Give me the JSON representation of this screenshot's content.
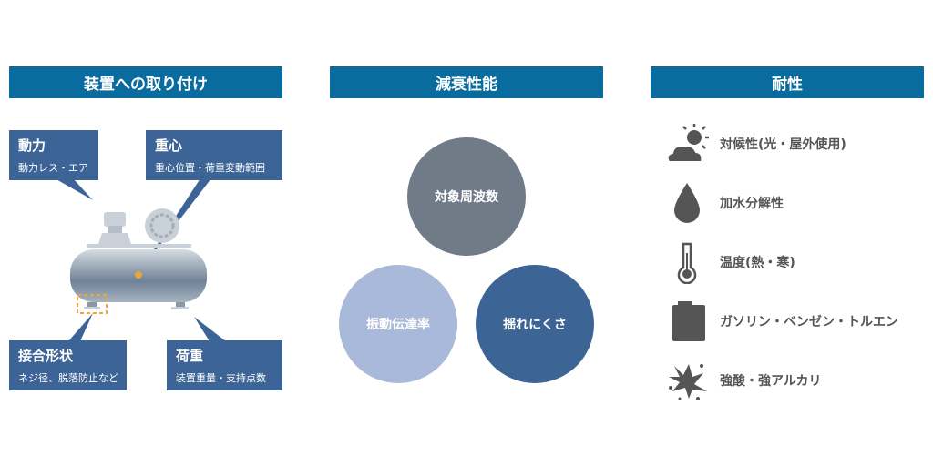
{
  "sections": {
    "mounting": {
      "title": "装置への取り付け",
      "callouts": [
        {
          "title": "動力",
          "sub": "動力レス・エア"
        },
        {
          "title": "重心",
          "sub": "重心位置・荷重変動範囲"
        },
        {
          "title": "接合形状",
          "sub": "ネジ径、脱落防止など"
        },
        {
          "title": "荷重",
          "sub": "装置重量・支持点数"
        }
      ]
    },
    "damping": {
      "title": "減衰性能",
      "circles": [
        "対象周波数",
        "振動伝達率",
        "揺れにくさ"
      ]
    },
    "resistance": {
      "title": "耐性",
      "items": [
        {
          "icon": "sun-cloud-icon",
          "label": "対候性(光・屋外使用)"
        },
        {
          "icon": "water-drop-icon",
          "label": "加水分解性"
        },
        {
          "icon": "thermometer-icon",
          "label": "温度(熱・寒)"
        },
        {
          "icon": "fuel-can-icon",
          "label": "ガソリン・ベンゼン・トルエン"
        },
        {
          "icon": "splash-icon",
          "label": "強酸・強アルカリ"
        }
      ]
    }
  },
  "colors": {
    "header": "#0a6b9e",
    "callout": "#3d6496",
    "circle1": "#707b88",
    "circle2": "#a9b9d9",
    "circle3": "#3c6494",
    "icon": "#555555",
    "accent": "#f0a830"
  }
}
